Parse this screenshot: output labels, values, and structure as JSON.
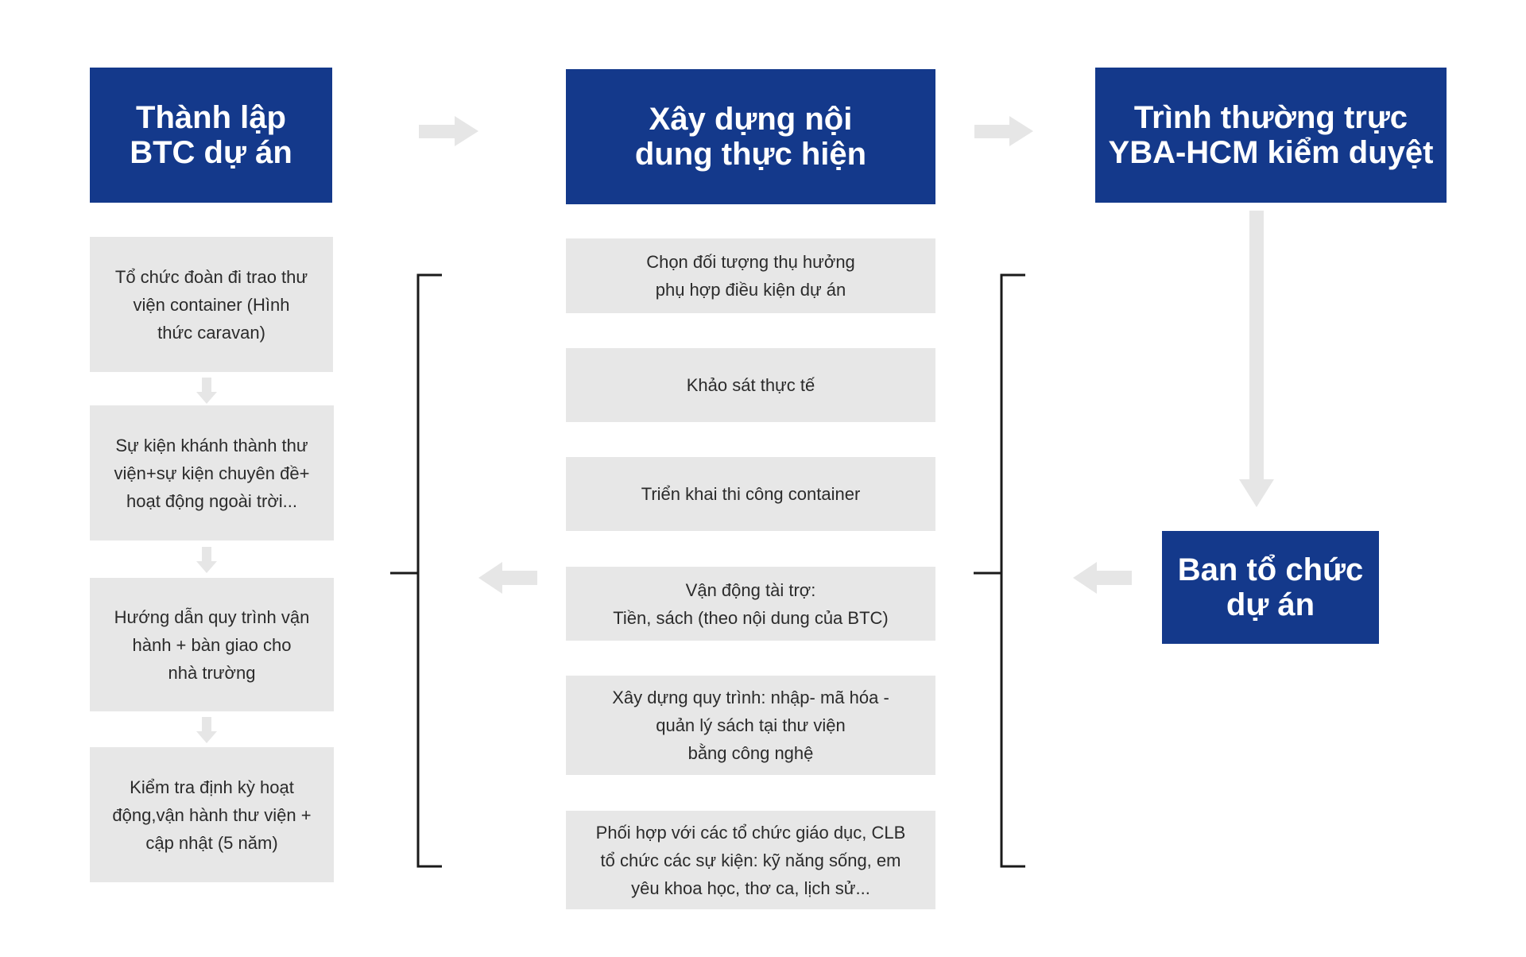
{
  "colors": {
    "primary": "#14398b",
    "card": "#e7e7e7",
    "arrow": "#e6e6e6",
    "bracket": "#1a1a1a"
  },
  "headers": {
    "thanh_lap": "Thành lập\nBTC dự án",
    "xay_dung": "Xây dựng nội\ndung thực hiện",
    "trinh": "Trình thường trực\nYBA-HCM kiểm duyệt",
    "ban_to_chuc": "Ban tổ chức\ndự án"
  },
  "left_steps": [
    "Tổ chức đoàn đi trao thư\nviện container  (Hình\nthức caravan)",
    "Sự kiện khánh thành thư\nviện+sự kiện chuyên đề+\nhoạt động ngoài trời...",
    "Hướng dẫn quy trình vận\nhành + bàn giao cho\nnhà trường",
    "Kiểm tra  định kỳ hoạt\nđộng,vận hành thư viện +\ncập nhật (5 năm)"
  ],
  "middle_steps": [
    "Chọn đối tượng thụ hưởng\nphụ hợp điều kiện dự án",
    "Khảo sát thực tế",
    "Triển khai thi công container",
    "Vận động tài trợ:\nTiền, sách (theo nội dung của BTC)",
    "Xây dựng quy trình: nhập- mã hóa -\nquản lý sách tại thư viện\nbằng công nghệ",
    "Phối hợp với các tổ chức giáo dục, CLB\ntổ chức các sự kiện: kỹ năng sống, em\nyêu khoa học, thơ ca, lịch sử..."
  ]
}
